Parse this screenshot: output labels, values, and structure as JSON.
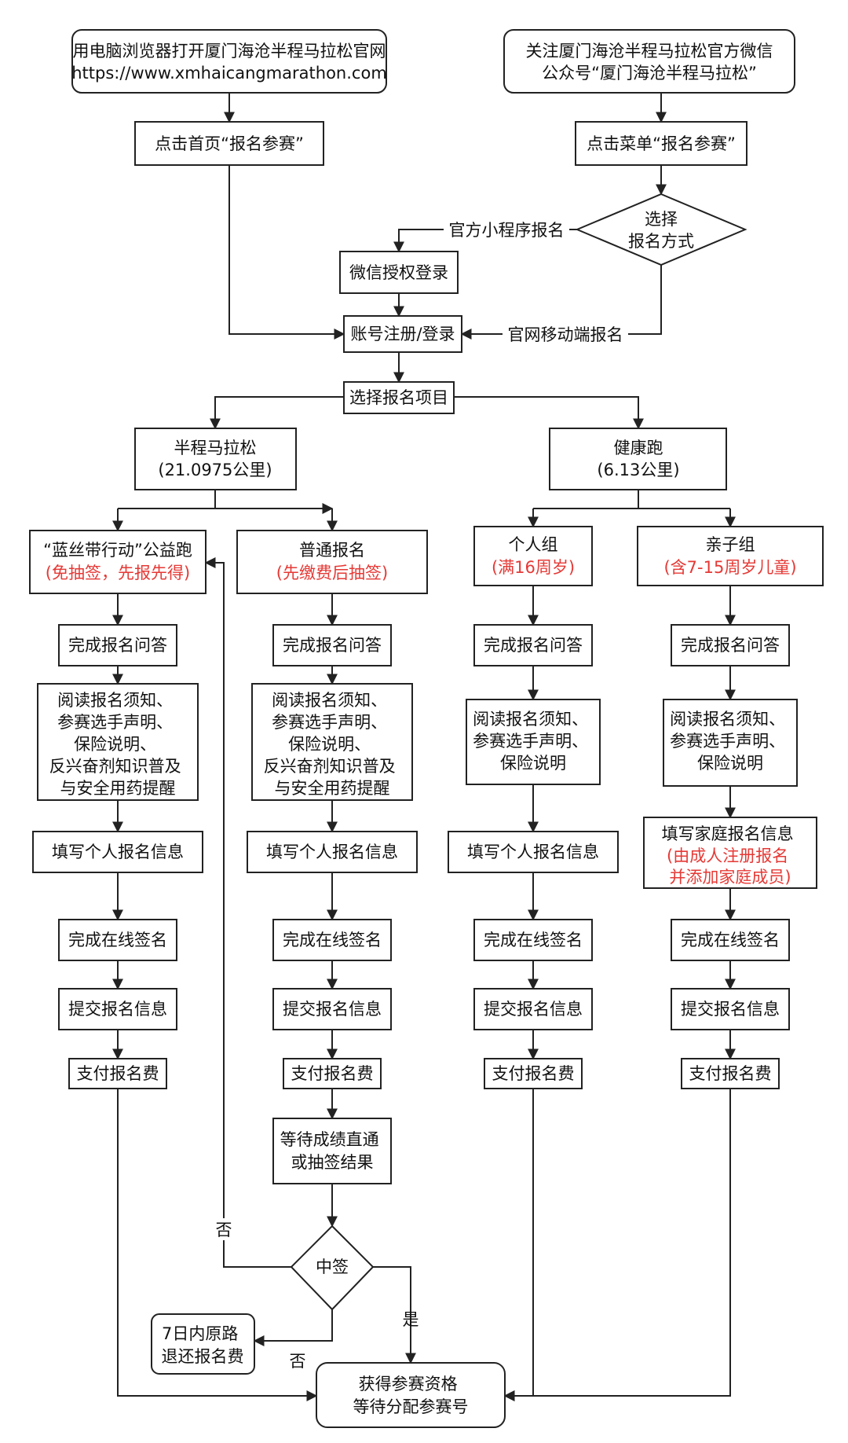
{
  "nodes": {
    "web_entry": {
      "lines": [
        "用电脑浏览器打开厦门海沧半程马拉松官网",
        "https://www.xmhaicangmarathon.com"
      ]
    },
    "wechat_entry": {
      "lines": [
        "关注厦门海沧半程马拉松官方微信",
        "公众号“厦门海沧半程马拉松”"
      ]
    },
    "click_home": {
      "lines": [
        "点击首页“报名参赛”"
      ]
    },
    "click_menu": {
      "lines": [
        "点击菜单“报名参赛”"
      ]
    },
    "choose_method": {
      "lines": [
        "选择",
        "报名方式"
      ]
    },
    "wechat_auth": {
      "lines": [
        "微信授权登录"
      ]
    },
    "account_login": {
      "lines": [
        "账号注册/登录"
      ]
    },
    "choose_event": {
      "lines": [
        "选择报名项目"
      ]
    },
    "half_marathon": {
      "lines": [
        "半程马拉松",
        "(21.0975公里)"
      ]
    },
    "health_run": {
      "lines": [
        "健康跑",
        "(6.13公里)"
      ]
    },
    "ribbon": {
      "lines": [
        "“蓝丝带行动”公益跑",
        "(免抽签，先报先得)"
      ],
      "red_lines": [
        1
      ]
    },
    "regular": {
      "lines": [
        "普通报名",
        "(先缴费后抽签)"
      ],
      "red_lines": [
        1
      ]
    },
    "individual": {
      "lines": [
        "个人组",
        "(满16周岁)"
      ],
      "red_lines": [
        1
      ]
    },
    "family": {
      "lines": [
        "亲子组",
        "(含7-15周岁儿童)"
      ],
      "red_lines": [
        1
      ]
    },
    "c1_qa": {
      "lines": [
        "完成报名问答"
      ]
    },
    "c2_qa": {
      "lines": [
        "完成报名问答"
      ]
    },
    "c3_qa": {
      "lines": [
        "完成报名问答"
      ]
    },
    "c4_qa": {
      "lines": [
        "完成报名问答"
      ]
    },
    "c1_read": {
      "lines": [
        "阅读报名须知、",
        "参赛选手声明、",
        "保险说明、",
        "反兴奋剂知识普及",
        "与安全用药提醒"
      ]
    },
    "c2_read": {
      "lines": [
        "阅读报名须知、",
        "参赛选手声明、",
        "保险说明、",
        "反兴奋剂知识普及",
        "与安全用药提醒"
      ]
    },
    "c3_read": {
      "lines": [
        "阅读报名须知、",
        "参赛选手声明、",
        "保险说明"
      ]
    },
    "c4_read": {
      "lines": [
        "阅读报名须知、",
        "参赛选手声明、",
        "保险说明"
      ]
    },
    "c1_fill": {
      "lines": [
        "填写个人报名信息"
      ]
    },
    "c2_fill": {
      "lines": [
        "填写个人报名信息"
      ]
    },
    "c3_fill": {
      "lines": [
        "填写个人报名信息"
      ]
    },
    "c4_fill": {
      "lines": [
        "填写家庭报名信息",
        "(由成人注册报名",
        "并添加家庭成员)"
      ],
      "red_lines": [
        1,
        2
      ]
    },
    "c1_sign": {
      "lines": [
        "完成在线签名"
      ]
    },
    "c2_sign": {
      "lines": [
        "完成在线签名"
      ]
    },
    "c3_sign": {
      "lines": [
        "完成在线签名"
      ]
    },
    "c4_sign": {
      "lines": [
        "完成在线签名"
      ]
    },
    "c1_submit": {
      "lines": [
        "提交报名信息"
      ]
    },
    "c2_submit": {
      "lines": [
        "提交报名信息"
      ]
    },
    "c3_submit": {
      "lines": [
        "提交报名信息"
      ]
    },
    "c4_submit": {
      "lines": [
        "提交报名信息"
      ]
    },
    "c1_pay": {
      "lines": [
        "支付报名费"
      ]
    },
    "c2_pay": {
      "lines": [
        "支付报名费"
      ]
    },
    "c3_pay": {
      "lines": [
        "支付报名费"
      ]
    },
    "c4_pay": {
      "lines": [
        "支付报名费"
      ]
    },
    "wait_result": {
      "lines": [
        "等待成绩直通",
        "或抽签结果"
      ]
    },
    "lottery": {
      "lines": [
        "中签"
      ]
    },
    "refund": {
      "lines": [
        "7日内原路",
        "退还报名费"
      ]
    },
    "qualified": {
      "lines": [
        "获得参赛资格",
        "等待分配参赛号"
      ]
    }
  },
  "edge_labels": {
    "mini_program": "官方小程序报名",
    "mobile_web": "官网移动端报名",
    "no_back": "否",
    "no_refund": "否",
    "yes": "是"
  }
}
